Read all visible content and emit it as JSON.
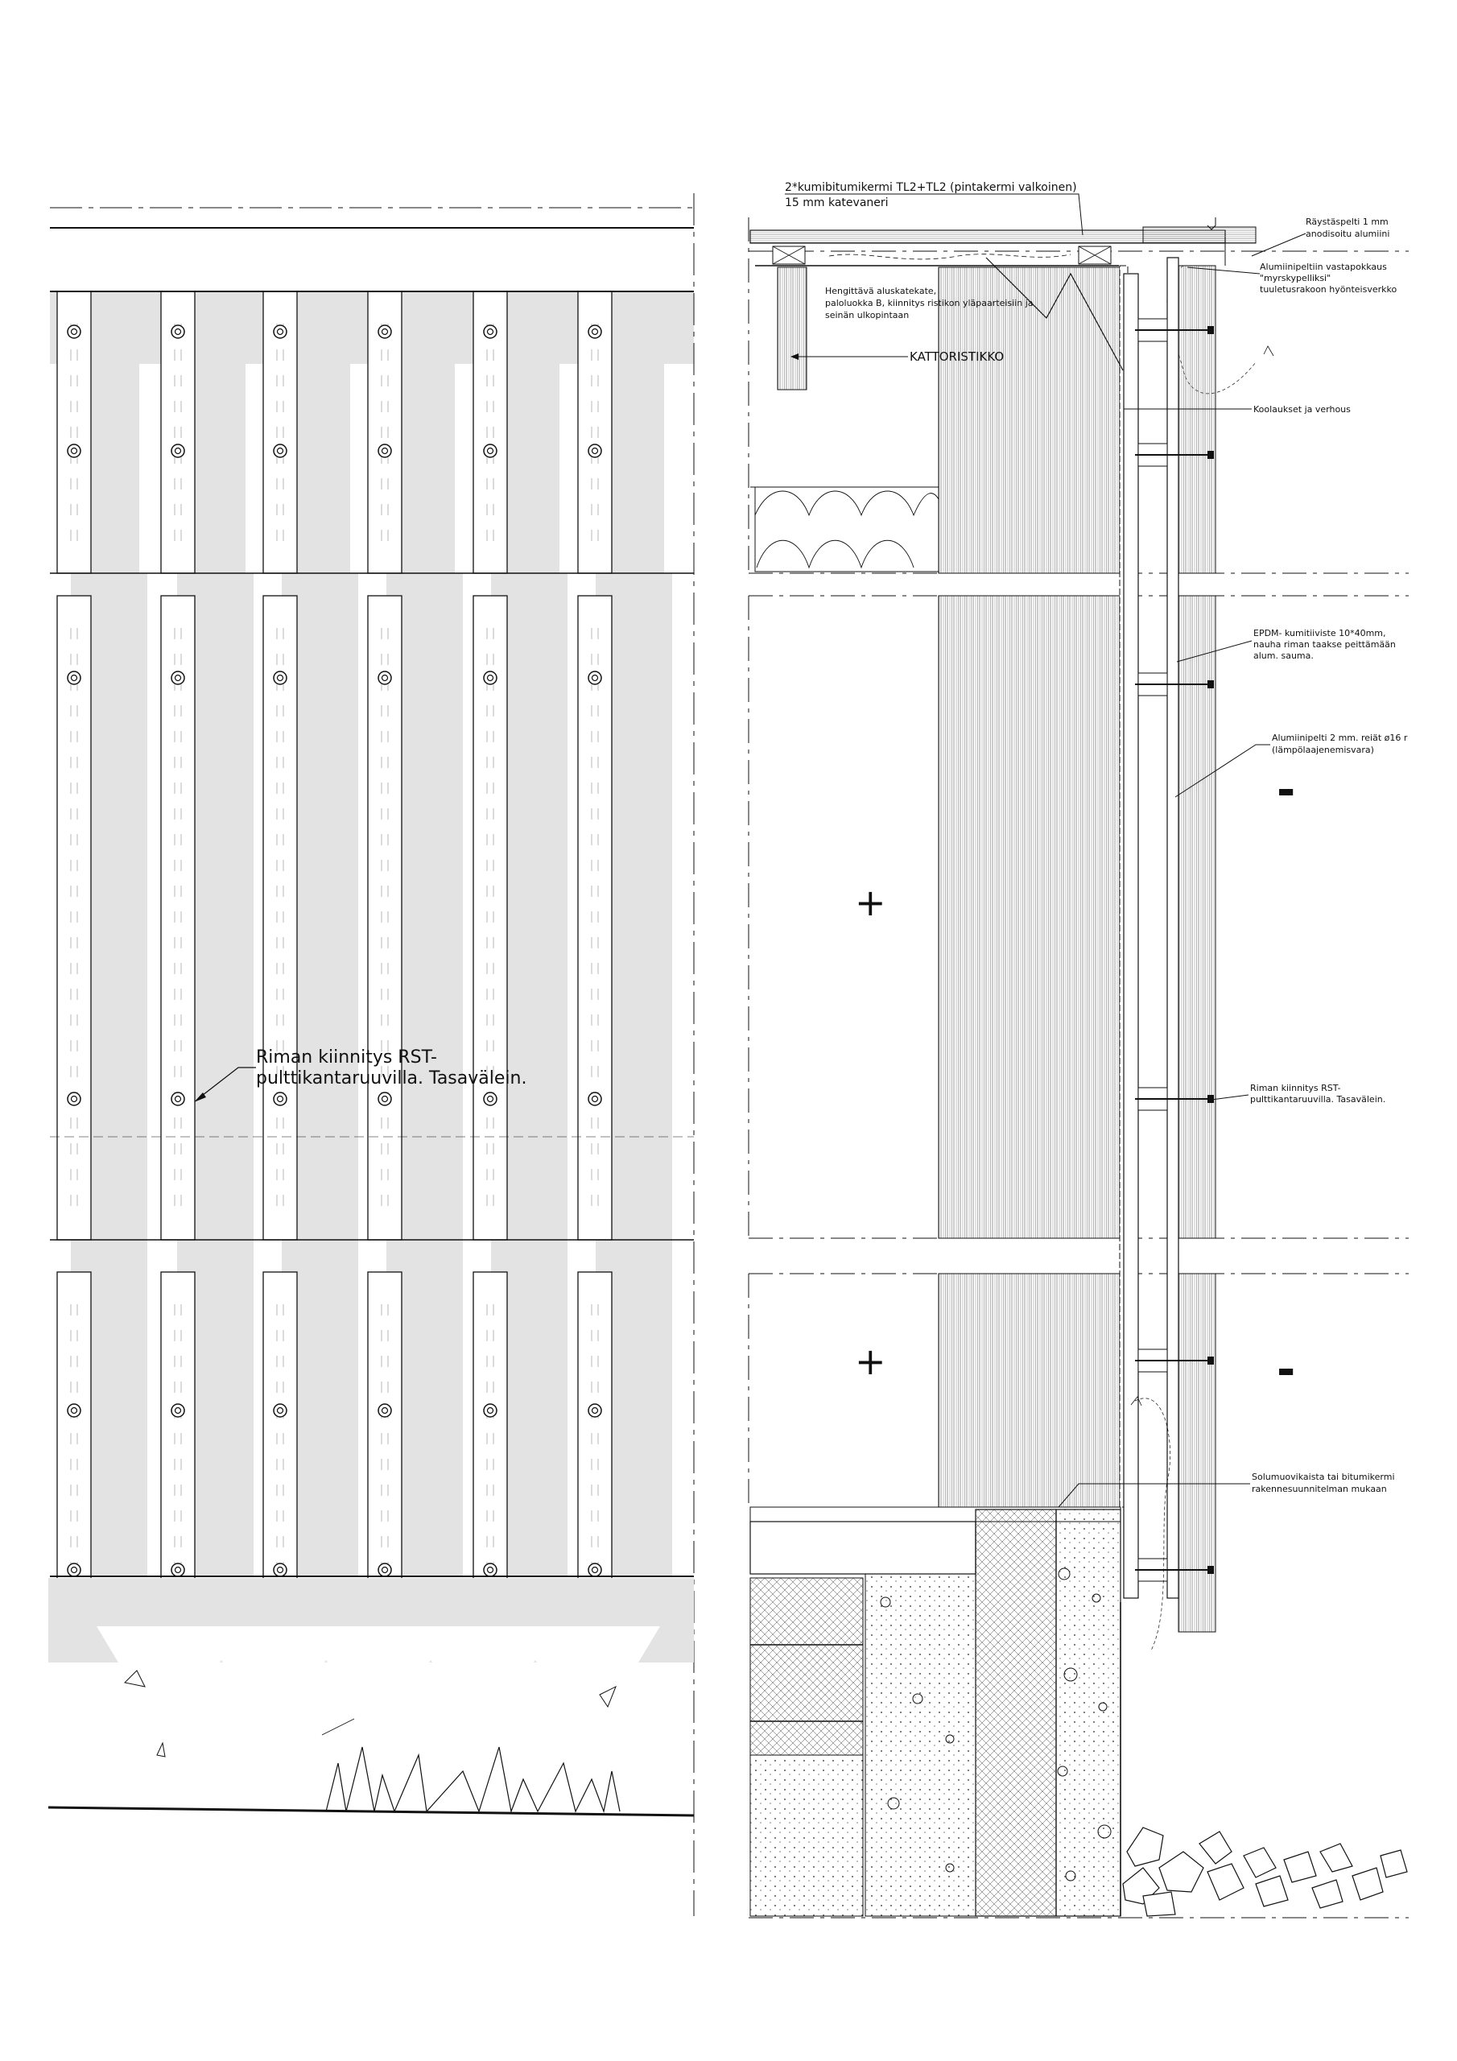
{
  "elevation": {
    "fixing_note": [
      "Riman kiinnitys RST-",
      "pulttikantaruuvilla. Tasavälein."
    ]
  },
  "section": {
    "roofing_note": [
      "2*kumibitumikermi TL2+TL2 (pintakermi valkoinen)",
      "15 mm katevaneri"
    ],
    "eave_flashing": [
      "Räystäspelti 1 mm",
      "anodisoitu alumiini"
    ],
    "storm_flashing": [
      "Alumiinipeltiin vastapokkaus",
      "\"myrskypelliksi\"",
      "tuuletusrakoon hyönteisverkko"
    ],
    "underlay": [
      "Hengittävä aluskatekate,",
      "paloluokka B, kiinnitys ristikon yläpaarteisiin ja",
      "seinän ulkopintaan"
    ],
    "truss_label": "KATTORISTIKKO",
    "battens": "Koolaukset ja verhous",
    "epdm": [
      "EPDM- kumitiiviste 10*40mm,",
      "nauha riman taakse peittämään",
      "alum. sauma."
    ],
    "alu_sheet": [
      "Alumiinipelti 2 mm. reiät ø16 r",
      "(lämpölaajenemisvara)"
    ],
    "slat_fixing": [
      "Riman kiinnitys RST-",
      "pulttikantaruuvilla. Tasavälein."
    ],
    "membrane": [
      "Solumuovikaista tai bitumikermi",
      "rakennesuunnitelman mukaan"
    ],
    "plus_sign": "+",
    "minus_sign": "-"
  },
  "colors": {
    "ink": "#111111",
    "shade": "#e3e3e3",
    "paper": "#ffffff"
  }
}
